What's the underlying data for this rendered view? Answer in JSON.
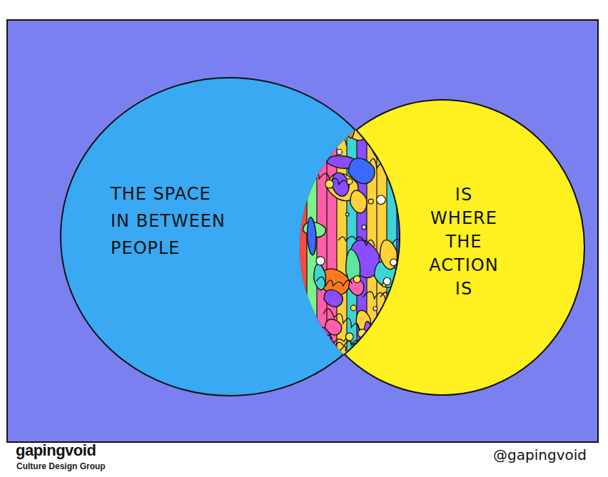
{
  "diagram": {
    "nodes": [
      {
        "text": [
          "THE SPACE IN BETWEEN PEOPLE"
        ]
      },
      {
        "text": [
          "IS WHERE THE ACTION IS"
        ]
      }
    ],
    "labels": [
      "gapingvoid",
      "Culture Design Group",
      "@gapingvoid"
    ]
  }
}
